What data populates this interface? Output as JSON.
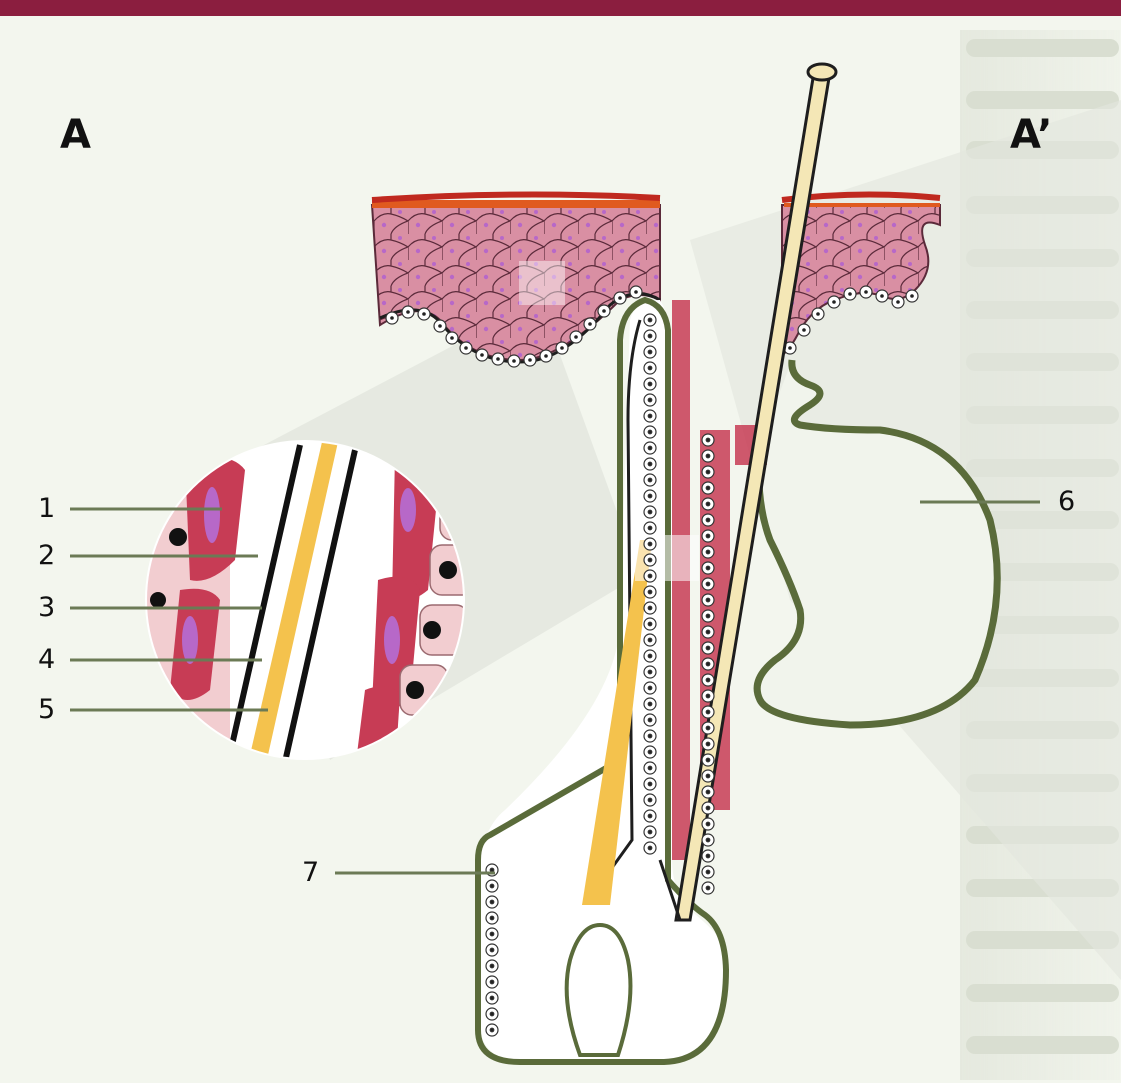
{
  "panels": {
    "left": "A",
    "right": "A’"
  },
  "callouts": [
    "1",
    "2",
    "3",
    "4",
    "5",
    "6",
    "7"
  ],
  "colors": {
    "frame": "#8b1e3f",
    "outline": "#5a6b3a",
    "keratinocyte": "#d98fa3",
    "nucleus": "#b768c8",
    "cell_dark": "#c73c55",
    "cell_light": "#f2cdd0",
    "hair": "#f4c24d",
    "background_text": "#c9d1c0"
  },
  "icons": {
    "inset_magnifier": "circle-inset"
  }
}
